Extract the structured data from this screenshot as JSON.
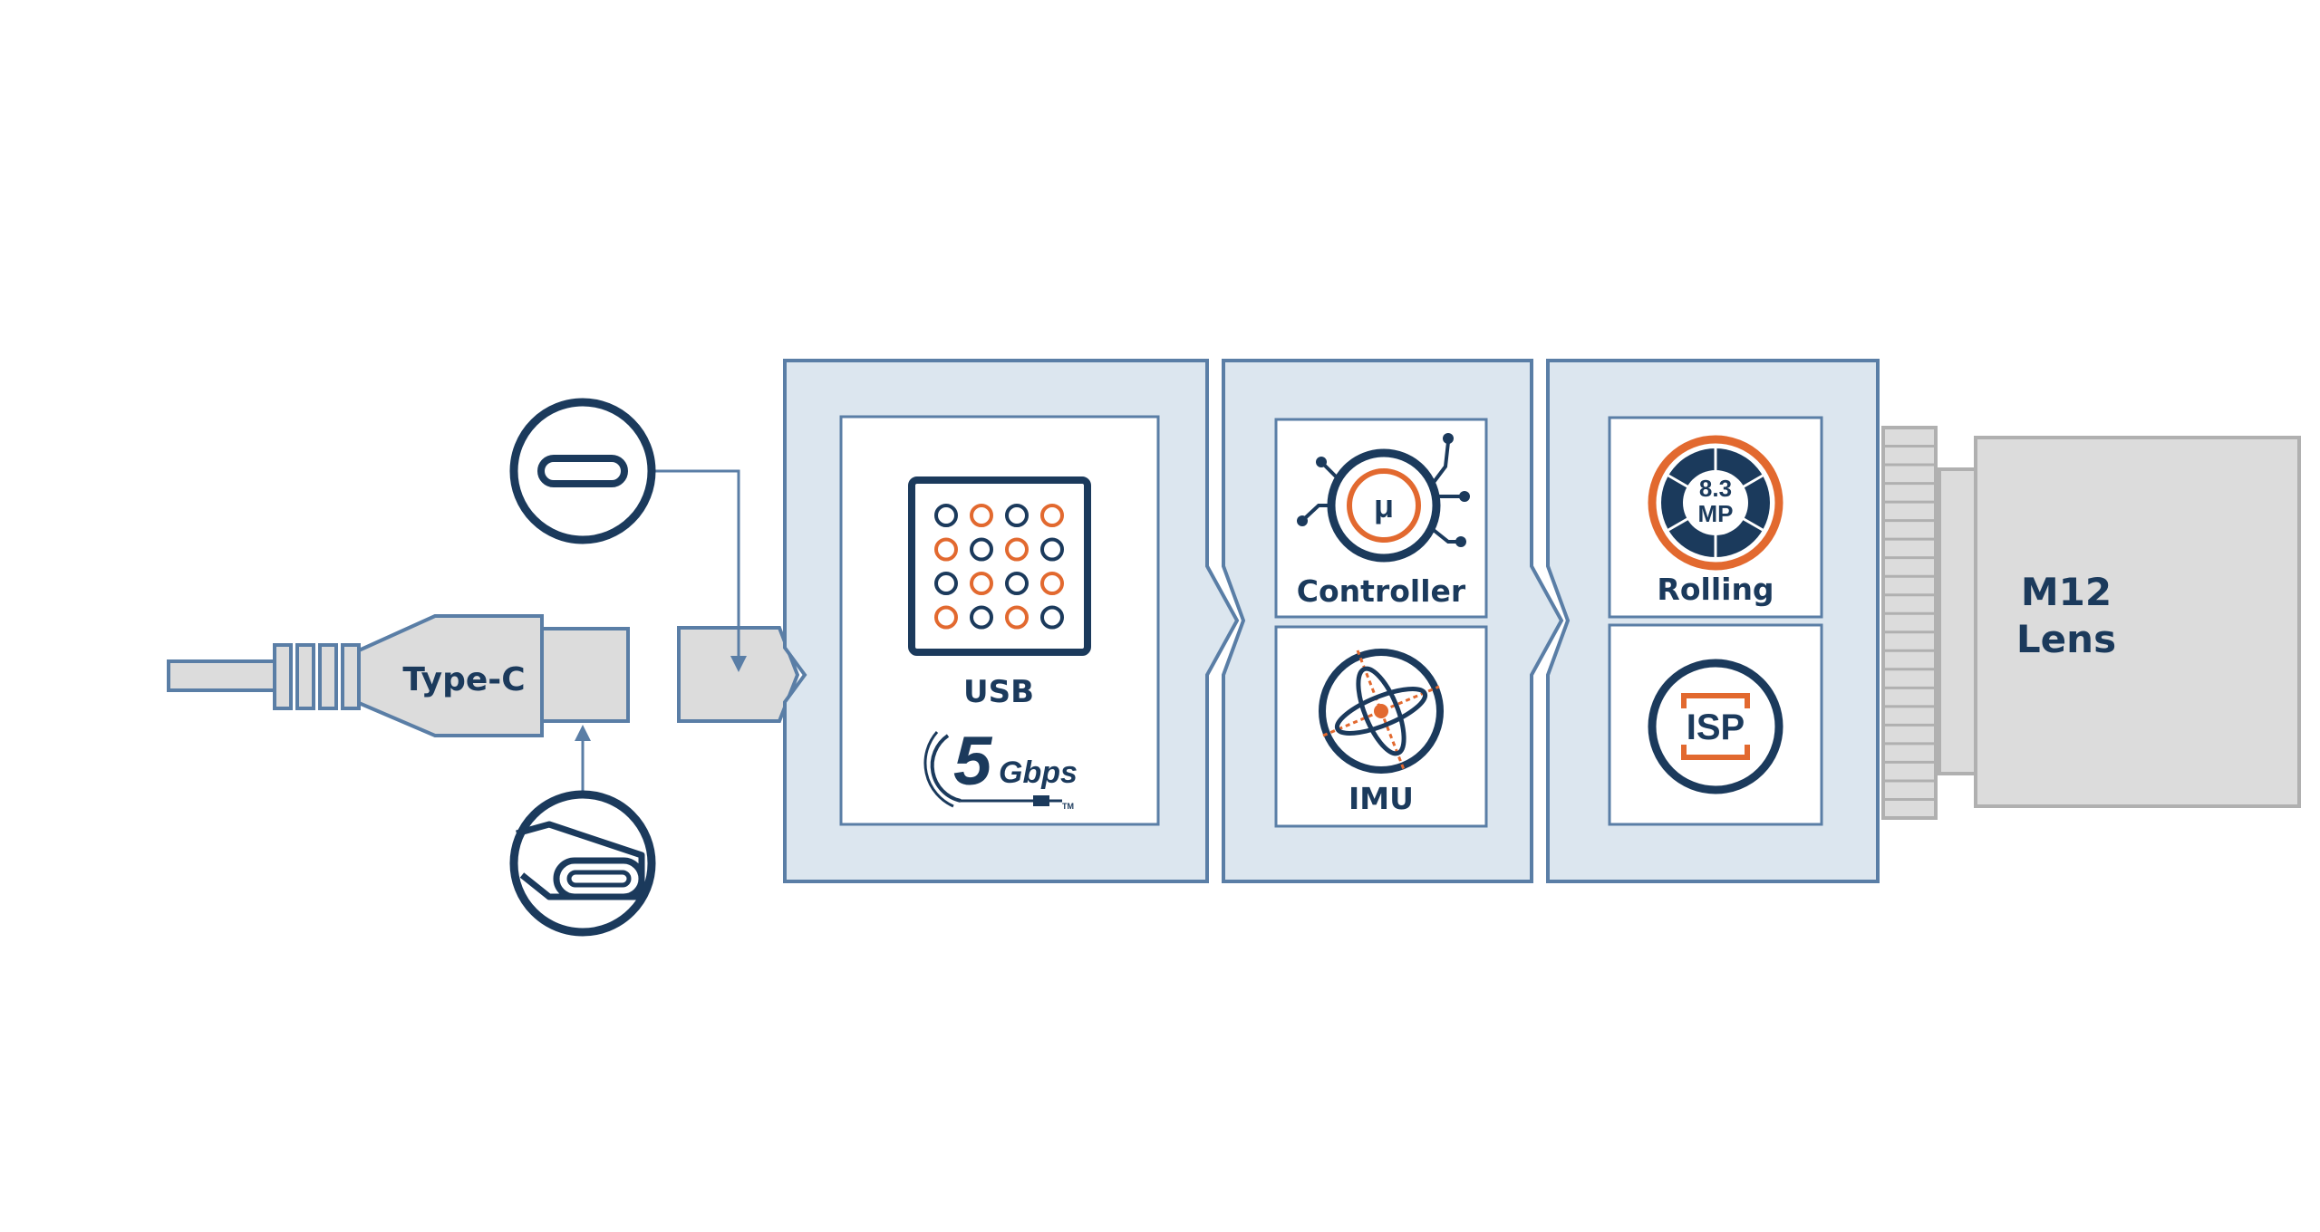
{
  "cable": {
    "label": "Type-C"
  },
  "usb": {
    "label": "USB",
    "speed_number": "5",
    "speed_unit": "Gbps",
    "trademark": "TM"
  },
  "controller": {
    "label": "Controller",
    "symbol": "μ"
  },
  "imu": {
    "label": "IMU"
  },
  "sensor": {
    "megapixel_value": "8.3",
    "megapixel_unit": "MP",
    "label": "Rolling"
  },
  "isp": {
    "label": "ISP"
  },
  "lens": {
    "line1": "M12",
    "line2": "Lens"
  },
  "icons": {
    "port": "usb-c-port-icon",
    "plug": "usb-c-plug-icon",
    "chip": "usb-chip-icon",
    "micro": "microcontroller-icon",
    "gyro": "gyroscope-icon",
    "aperture": "camera-aperture-icon",
    "isp": "isp-chip-icon"
  },
  "colors": {
    "navy": "#1b3a5c",
    "orange": "#e2692f",
    "steel": "#5a7ea6",
    "panel": "#dce6ef",
    "gray": "#b0b0b0",
    "gray_fill": "#dcdcdc"
  }
}
